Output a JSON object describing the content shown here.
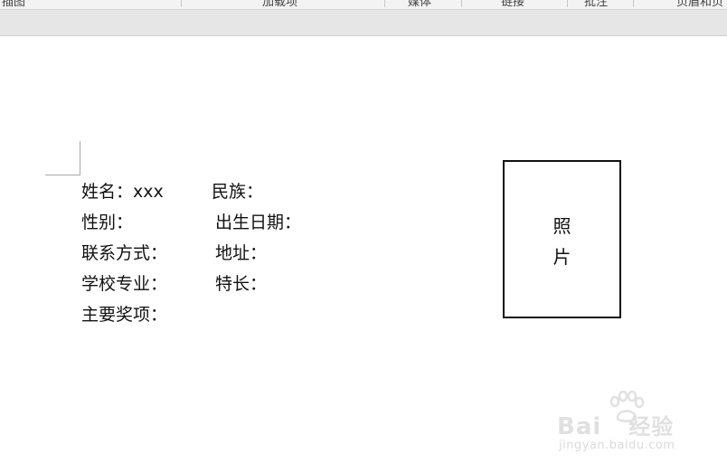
{
  "ribbon": {
    "groups": [
      "插图",
      "加载项",
      "媒体",
      "链接",
      "批注",
      "页眉和页"
    ]
  },
  "form": {
    "name_label": "姓名：",
    "name_value": "xxx",
    "ethnicity_label": "民族：",
    "gender_label": "性别：",
    "birthdate_label": "出生日期：",
    "contact_label": "联系方式：",
    "address_label": "地址：",
    "school_major_label": "学校专业：",
    "specialty_label": "特长：",
    "awards_label": "主要奖项："
  },
  "photo": {
    "line1": "照",
    "line2": "片"
  },
  "watermark": {
    "logo_text": "Bai",
    "logo_text2": "经验",
    "url": "jingyan.baidu.com"
  }
}
